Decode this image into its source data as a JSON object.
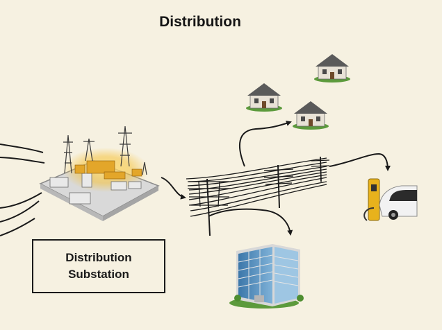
{
  "title": "Distribution",
  "label": {
    "line1": "Distribution",
    "line2": "Substation"
  },
  "colors": {
    "background": "#f6f1e1",
    "ink": "#1a1a1a",
    "glow": "#f5c23a",
    "building": "#4a86b8",
    "charger": "#e8b21c"
  },
  "icons": [
    "substation-icon",
    "power-line-tower-icon",
    "house-icon",
    "office-building-icon",
    "ev-charger-icon",
    "electric-car-icon"
  ]
}
